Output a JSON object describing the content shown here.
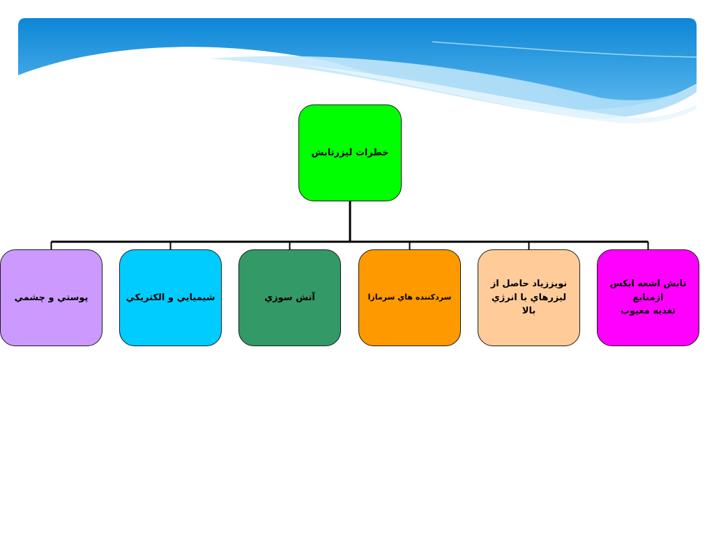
{
  "diagram": {
    "root": {
      "label": "خطرات ليزرتابش",
      "color": "#00ff00"
    },
    "children": [
      {
        "label": "پوستي و چشمي",
        "color": "#cc99ff"
      },
      {
        "label": "شيميايي و الكتريكي",
        "color": "#00ccff"
      },
      {
        "label": "آتش سوزي",
        "color": "#339966"
      },
      {
        "label": "سردكننده هاي سرمازا",
        "color": "#ff9900"
      },
      {
        "label": "نويززياد حاصل از\nليزرهاي با انرژي بالا",
        "color": "#ffcc99"
      },
      {
        "label": "تابش اشعه ايكس\nازمنابع\nتغذيه معيوب",
        "color": "#ff00ff"
      }
    ]
  },
  "theme": {
    "banner_dark": "#1288d8",
    "banner_light": "#8fd0f5",
    "connector": "#000000"
  }
}
